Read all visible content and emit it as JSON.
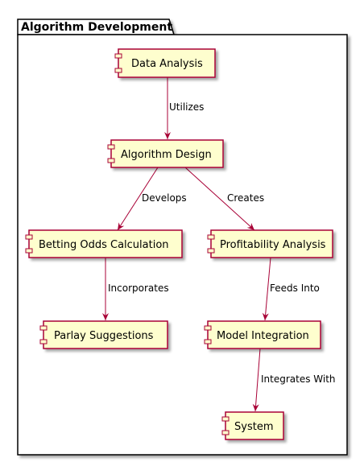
{
  "package": {
    "title": "Algorithm Development"
  },
  "colors": {
    "component_fill": "#FEFECE",
    "component_border": "#A80036",
    "arrow": "#A80036",
    "frame": "#000000"
  },
  "components": {
    "data_analysis": "Data Analysis",
    "algorithm_design": "Algorithm Design",
    "betting_odds": "Betting Odds Calculation",
    "profitability": "Profitability Analysis",
    "parlay": "Parlay Suggestions",
    "model_integration": "Model Integration",
    "system": "System"
  },
  "relations": {
    "utilizes": "Utilizes",
    "develops": "Develops",
    "creates": "Creates",
    "incorporates": "Incorporates",
    "feeds_into": "Feeds Into",
    "integrates_with": "Integrates With"
  }
}
